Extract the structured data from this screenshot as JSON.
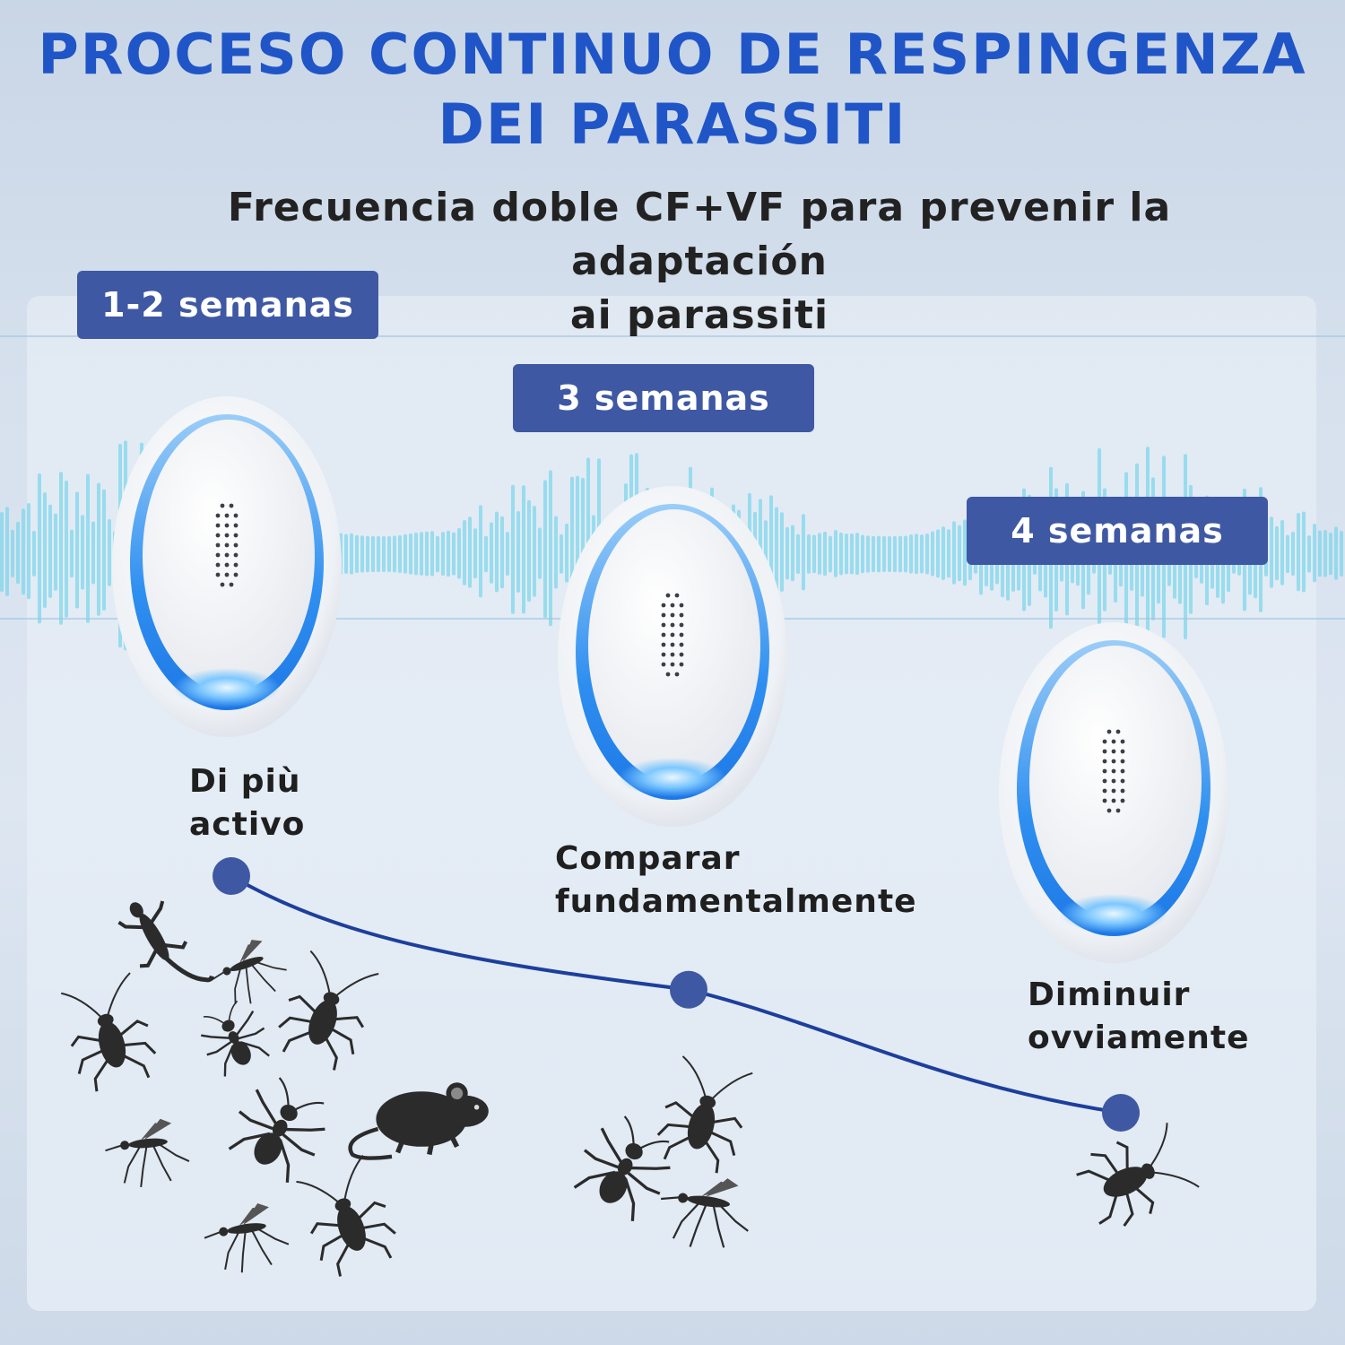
{
  "title": {
    "line1": "PROCESO CONTINUO DE RESPINGENZA",
    "line2": "DEI PARASSITI"
  },
  "subtitle": {
    "line1": "Frecuencia doble CF+VF para prevenir la adaptación",
    "line2": "ai parassiti"
  },
  "stages": [
    {
      "badge": "1-2 semanas",
      "label_line1": "Di più",
      "label_line2": "activo",
      "level": 1.0
    },
    {
      "badge": "3 semanas",
      "label_line1": "Comparar",
      "label_line2": "fundamentalmente",
      "level": 0.52
    },
    {
      "badge": "4 semanas",
      "label_line1": "Diminuir",
      "label_line2": "ovviamente",
      "level": 0.0
    }
  ],
  "colors": {
    "title": "#1f55c7",
    "badge": "#3f58a3",
    "trend_line": "#1d3f9c",
    "device_glow": "#2e8ff0",
    "wave": "#7fd7ec"
  },
  "icons": [
    "lizard-icon",
    "mosquito-icon",
    "cockroach-icon",
    "ant-icon",
    "mouse-icon"
  ]
}
